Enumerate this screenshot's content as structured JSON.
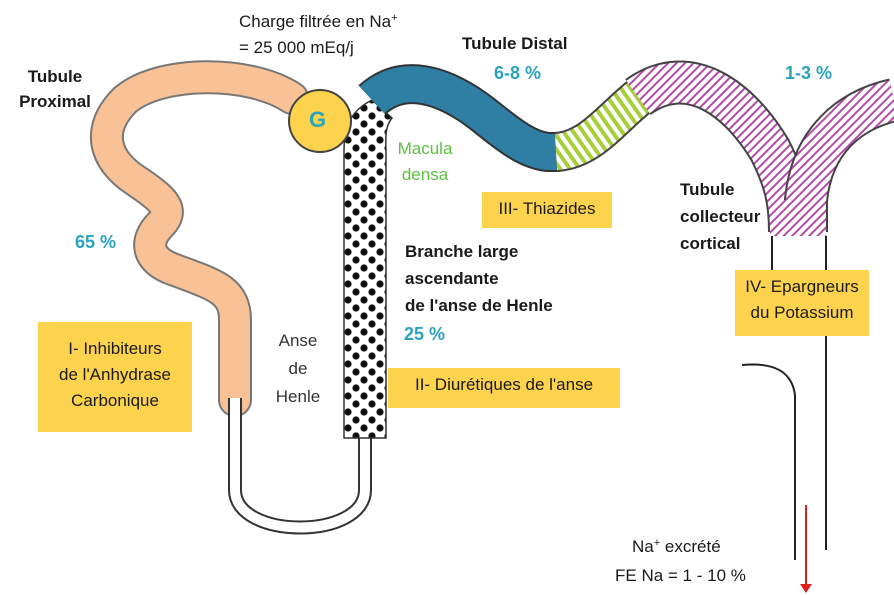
{
  "filtered_charge": {
    "line1": "Charge filtrée en Na",
    "sup": "+",
    "line2": "= 25 000 mEq/j"
  },
  "glomerulus": {
    "label": "G",
    "fill": "#fdd34e"
  },
  "proximal": {
    "line1": "Tubule",
    "line2": "Proximal",
    "percent": "65 %",
    "color": "#f8c196"
  },
  "distal": {
    "title": "Tubule Distal",
    "percent": "6-8 %",
    "color": "#2f7ea3"
  },
  "collecting_percent": "1-3 %",
  "macula_densa": {
    "line1": "Macula",
    "line2": "densa",
    "color": "#5cc140"
  },
  "anse": {
    "line1": "Anse",
    "line2": "de",
    "line3": "Henle"
  },
  "branche": {
    "line1": "Branche large",
    "line2": "ascendante",
    "line3": "de l'anse de Henle",
    "percent": "25 %"
  },
  "collecteur": {
    "line1": "Tubule",
    "line2": "collecteur",
    "line3": "cortical"
  },
  "drug_boxes": {
    "thiazides": "III- Thiazides",
    "anse": "II- Diurétiques de l'anse",
    "epargneurs_line1": "IV- Epargneurs",
    "epargneurs_line2": "du Potassium",
    "inhibiteurs_line1": "I- Inhibiteurs",
    "inhibiteurs_line2": "de l'Anhydrase",
    "inhibiteurs_line3": "Carbonique"
  },
  "excretion": {
    "line1_sup": "+",
    "line1_pre": "Na",
    "line1_post": " excrété",
    "line2": "FE Na = 1 - 10 %"
  },
  "colors": {
    "box": "#fdd34e",
    "cyan": "#2aa3bf",
    "thiazide_stripe": "#a7cf3a",
    "potassium_stripe": "#b54aa8",
    "arrow": "#e02020"
  }
}
